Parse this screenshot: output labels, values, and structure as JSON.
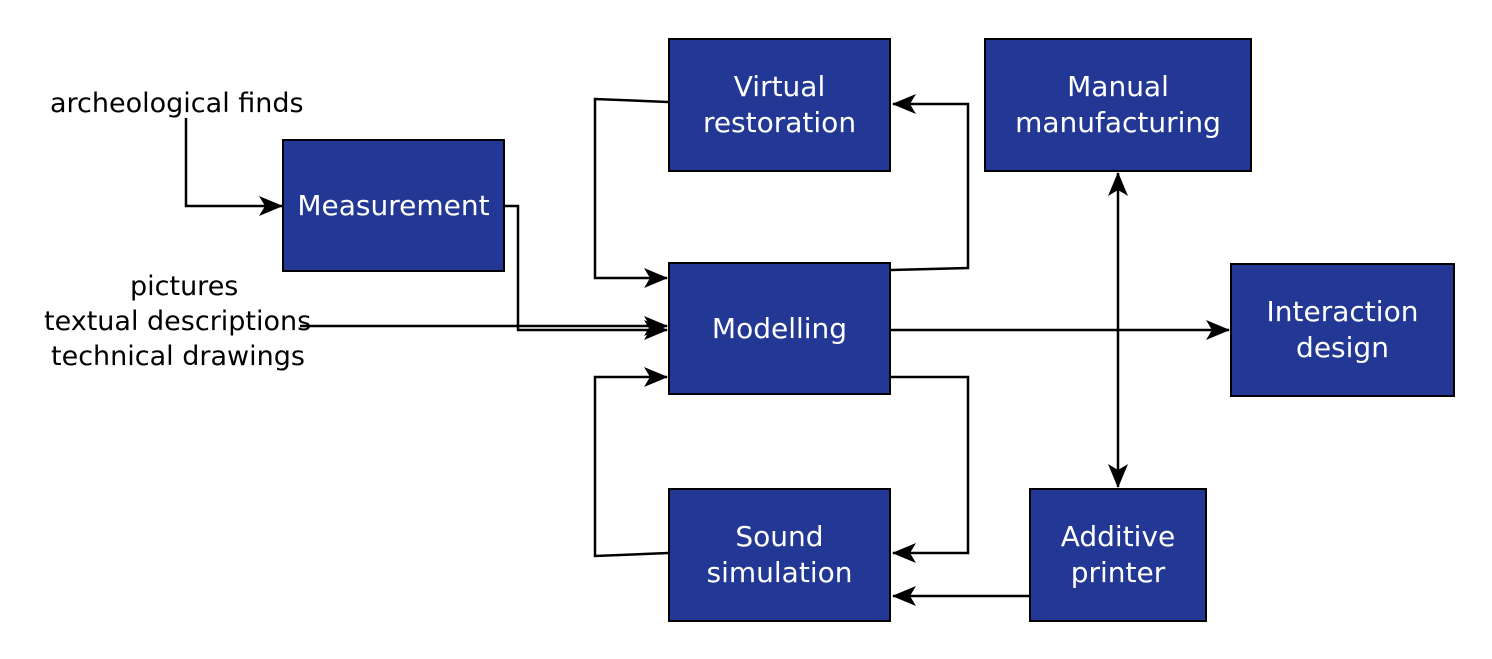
{
  "colors": {
    "box_fill": "#223894",
    "box_text": "#ffffff",
    "line": "#000000"
  },
  "inputs": {
    "archeological_finds": "archeological finds",
    "pictures": "pictures",
    "textual_descriptions": "textual descriptions",
    "technical_drawings": "technical drawings"
  },
  "nodes": {
    "measurement": "Measurement",
    "virtual_restoration": "Virtual\nrestoration",
    "manual_manufacturing": "Manual\nmanufacturing",
    "modelling": "Modelling",
    "interaction_design": "Interaction\ndesign",
    "sound_simulation": "Sound\nsimulation",
    "additive_printer": "Additive\nprinter"
  }
}
